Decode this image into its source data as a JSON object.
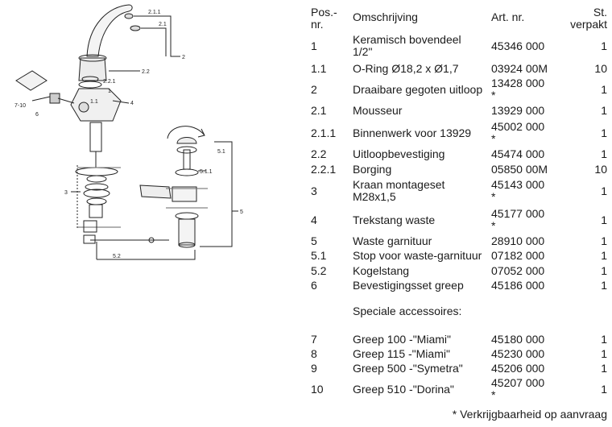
{
  "header": {
    "pos_line1": "Pos.-",
    "pos_line2": "nr.",
    "description": "Omschrijving",
    "article": "Art. nr.",
    "qty_line1": "St.",
    "qty_line2": "verpakt"
  },
  "rows": [
    {
      "pos": "1",
      "desc1": "Keramisch bovendeel",
      "desc2": "1/2\"",
      "art1": "45346 000",
      "art2": "",
      "qty": "1"
    },
    {
      "pos": "1.1",
      "desc1": "O-Ring Ø18,2 x Ø1,7",
      "desc2": "",
      "art1": "03924 00M",
      "art2": "",
      "qty": "10"
    },
    {
      "pos": "2",
      "desc1": "Draaibare gegoten uitloop",
      "desc2": "",
      "art1": "13428 000",
      "art2": "*",
      "qty": "1"
    },
    {
      "pos": "2.1",
      "desc1": "Mousseur",
      "desc2": "",
      "art1": "13929 000",
      "art2": "",
      "qty": "1"
    },
    {
      "pos": "2.1.1",
      "desc1": "Binnenwerk voor 13929",
      "desc2": "",
      "art1": "45002 000",
      "art2": "*",
      "qty": "1"
    },
    {
      "pos": "2.2",
      "desc1": "Uitloopbevestiging",
      "desc2": "",
      "art1": "45474 000",
      "art2": "",
      "qty": "1"
    },
    {
      "pos": "2.2.1",
      "desc1": "Borging",
      "desc2": "",
      "art1": "05850 00M",
      "art2": "",
      "qty": "10"
    },
    {
      "pos": "3",
      "desc1": "Kraan montageset",
      "desc2": "M28x1,5",
      "art1": "45143 000",
      "art2": "*",
      "qty": "1"
    },
    {
      "pos": "4",
      "desc1": "Trekstang waste",
      "desc2": "",
      "art1": "45177 000",
      "art2": "*",
      "qty": "1"
    },
    {
      "pos": "5",
      "desc1": "Waste garnituur",
      "desc2": "",
      "art1": "28910 000",
      "art2": "",
      "qty": "1"
    },
    {
      "pos": "5.1",
      "desc1": "Stop voor waste-garnituur",
      "desc2": "",
      "art1": "07182 000",
      "art2": "",
      "qty": "1"
    },
    {
      "pos": "5.2",
      "desc1": "Kogelstang",
      "desc2": "",
      "art1": "07052 000",
      "art2": "",
      "qty": "1"
    },
    {
      "pos": "6",
      "desc1": "Bevestigingsset greep",
      "desc2": "",
      "art1": "45186 000",
      "art2": "",
      "qty": "1"
    }
  ],
  "accessories_heading": "Speciale accessoires:",
  "accessories": [
    {
      "pos": "7",
      "desc1": "Greep 100 -\"Miami\"",
      "desc2": "",
      "art1": "45180 000",
      "art2": "",
      "qty": "1"
    },
    {
      "pos": "8",
      "desc1": "Greep 115 -\"Miami\"",
      "desc2": "",
      "art1": "45230 000",
      "art2": "",
      "qty": "1"
    },
    {
      "pos": "9",
      "desc1": "Greep 500 -\"Symetra\"",
      "desc2": "",
      "art1": "45206 000",
      "art2": "",
      "qty": "1"
    },
    {
      "pos": "10",
      "desc1": "Greep 510 -\"Dorina\"",
      "desc2": "",
      "art1": "45207 000",
      "art2": "*",
      "qty": "1"
    }
  ],
  "footer": "* Verkrijgbaarheid op aanvraag",
  "diagram": {
    "labels": [
      "2.1.1",
      "2.1",
      "2",
      "2.2",
      "2.2.1",
      "1",
      "1.1",
      "4",
      "7-10",
      "6",
      "3",
      "5.1",
      "5.1.1",
      "5",
      "5.2"
    ]
  }
}
